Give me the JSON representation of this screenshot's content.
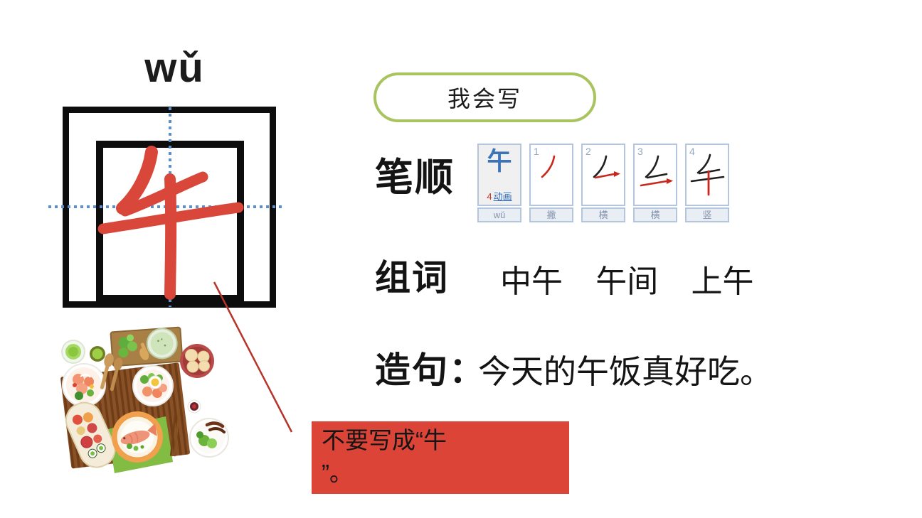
{
  "slide": {
    "pinyin": "wǔ",
    "main_character": "午",
    "badge": "我会写",
    "stroke_section": {
      "label": "笔顺",
      "char_cell": {
        "char": "午",
        "stroke_count": "4",
        "animation_link": "动画",
        "pinyin": "wǔ"
      },
      "steps": [
        {
          "num": "1",
          "label": "撇"
        },
        {
          "num": "2",
          "label": "横"
        },
        {
          "num": "3",
          "label": "横"
        },
        {
          "num": "4",
          "label": "竖"
        }
      ]
    },
    "words_section": {
      "label": "组词",
      "words": [
        "中午",
        "午间",
        "上午"
      ]
    },
    "sentence_section": {
      "label": "造句：",
      "sentence": "今天的午饭真好吃。"
    },
    "note": {
      "line1": "不要写成“牛",
      "line2": "”。"
    },
    "colors": {
      "accent_red": "#dc4437",
      "character_red": "#d9473a",
      "badge_green": "#a9c45f",
      "guide_blue": "#5b8fd0",
      "char_blue": "#3c74b8",
      "box_black": "#0d0d0d"
    }
  }
}
